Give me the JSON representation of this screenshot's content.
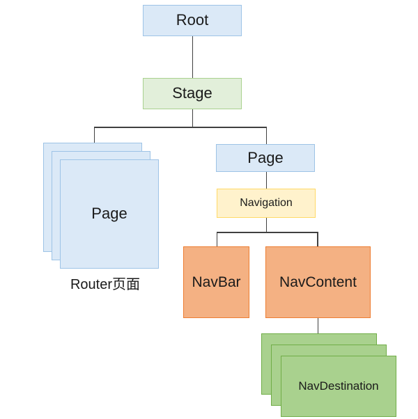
{
  "colors": {
    "background": "#ffffff",
    "blue_fill": "#dbe9f7",
    "blue_border": "#9dc3e6",
    "light_green_fill": "#e2efda",
    "light_green_border": "#a9d18e",
    "yellow_fill": "#fff2cc",
    "yellow_border": "#ffd966",
    "orange_fill": "#f4b183",
    "orange_border": "#ed7d31",
    "green_fill": "#a9d18e",
    "green_border": "#70ad47",
    "line": "#404040",
    "text": "#1a1a1a"
  },
  "nodes": {
    "root": {
      "label": "Root"
    },
    "stage": {
      "label": "Stage"
    },
    "page_stack": {
      "label": "Page",
      "caption": "Router页面"
    },
    "page": {
      "label": "Page"
    },
    "navigation": {
      "label": "Navigation"
    },
    "navbar": {
      "label": "NavBar"
    },
    "navcontent": {
      "label": "NavContent"
    },
    "navdestination_stack": {
      "label": "NavDestination"
    }
  }
}
